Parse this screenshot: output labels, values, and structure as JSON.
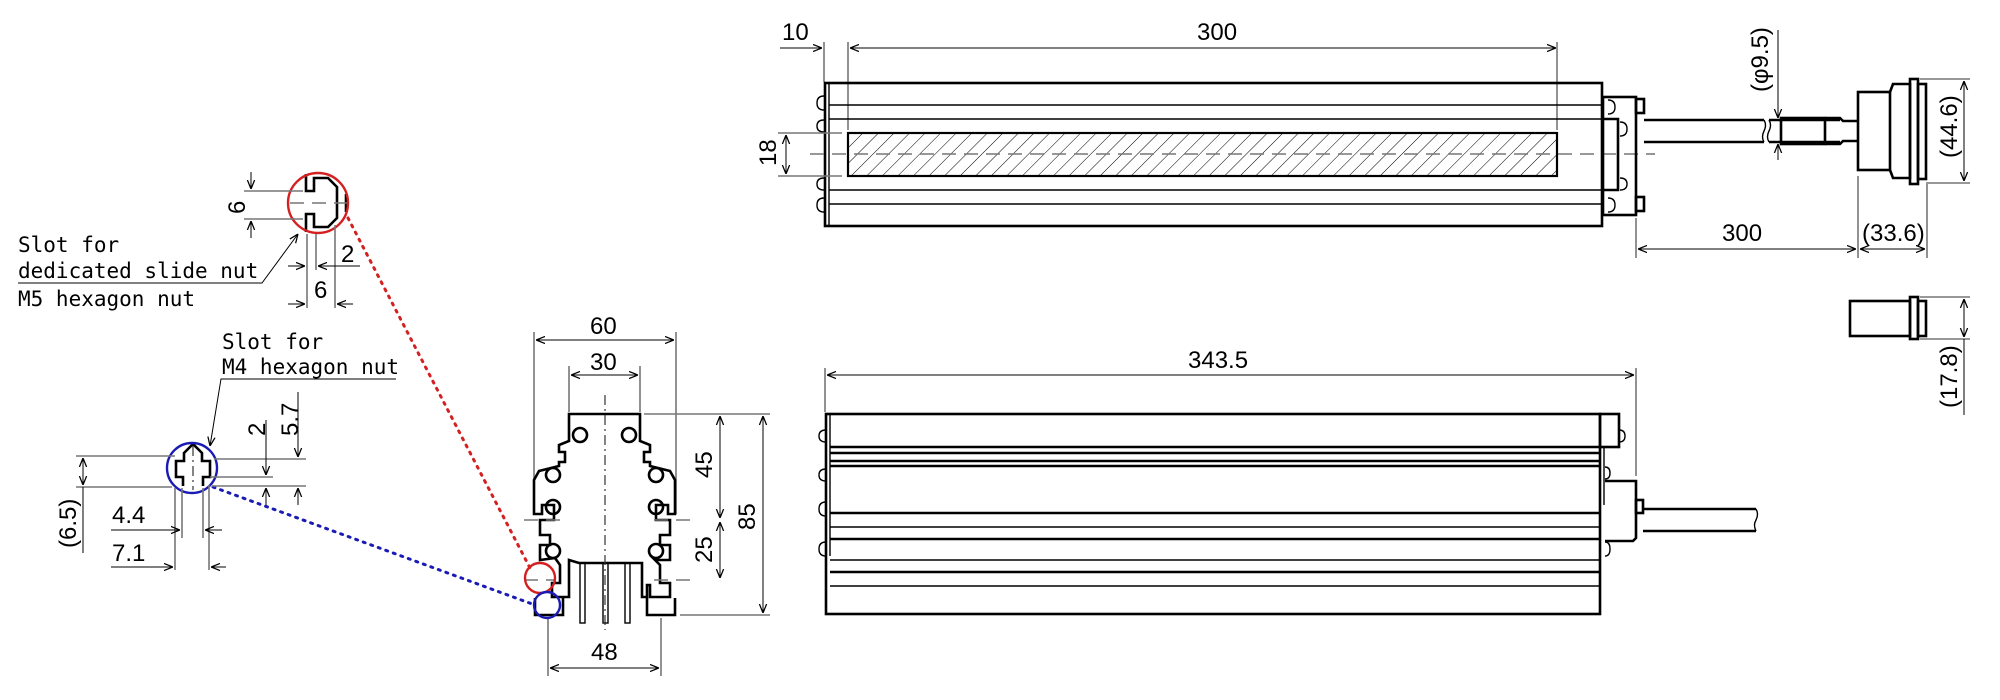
{
  "drawing": {
    "top_view": {
      "dim_end_offset": "10",
      "dim_emitting_length": "300",
      "dim_emitting_width": "18",
      "dim_cable_diameter": "(φ9.5)",
      "dim_connector_height": "(44.6)",
      "dim_cable_length": "300",
      "dim_connector_length": "(33.6)"
    },
    "connector_side": {
      "dim_height": "(17.8)"
    },
    "side_view": {
      "dim_overall_length": "343.5"
    },
    "end_view": {
      "dim_overall_width": "60",
      "dim_top_width": "30",
      "dim_upper_height": "45",
      "dim_overall_height": "85",
      "dim_lower_height": "25",
      "dim_slot_pitch": "48"
    },
    "detail_slide_nut": {
      "label_line1": "Slot for",
      "label_line2": "dedicated slide nut",
      "label_line3": "M5 hexagon nut",
      "dim_opening": "6",
      "dim_depth": "2",
      "dim_width": "6",
      "highlight_color": "#d42020"
    },
    "detail_m4_nut": {
      "label_line1": "Slot for",
      "label_line2": "M4 hexagon nut",
      "dim_lip": "2",
      "dim_depth": "5.7",
      "dim_height": "(6.5)",
      "dim_opening": "4.4",
      "dim_width": "7.1",
      "highlight_color": "#1a1ab4"
    }
  }
}
